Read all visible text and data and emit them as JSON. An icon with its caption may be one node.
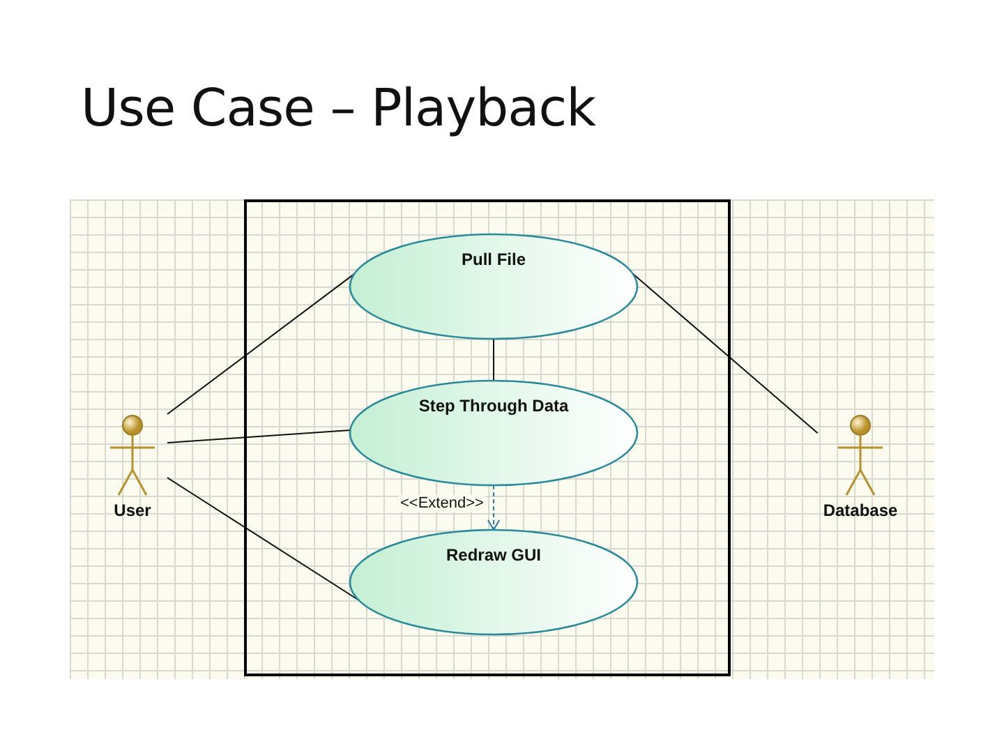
{
  "diagram": {
    "title": "Use Case – Playback",
    "nodes": [
      {
        "text": [],
        "shape": "box"
      },
      {
        "text": [
          "Pull File"
        ],
        "in": 0
      },
      {
        "text": [
          "Step Through Data"
        ],
        "in": 0
      },
      {
        "text": [
          "Redraw GUI"
        ],
        "in": 0
      },
      {
        "text": [
          "User"
        ]
      },
      {
        "text": [
          "Database"
        ]
      }
    ],
    "edges": [
      {
        "from": 4,
        "to": 1,
        "arrow": "none"
      },
      {
        "from": 4,
        "to": 2,
        "arrow": "none"
      },
      {
        "from": 4,
        "to": 3,
        "arrow": "none"
      },
      {
        "from": 1,
        "to": 2,
        "arrow": "none"
      },
      {
        "from": 2,
        "to": 3,
        "arrow": "to",
        "label": "<<Extend>>",
        "style": "dashed",
        "color": "#2a7f9f"
      },
      {
        "from": 5,
        "to": 1,
        "arrow": "none"
      }
    ]
  }
}
